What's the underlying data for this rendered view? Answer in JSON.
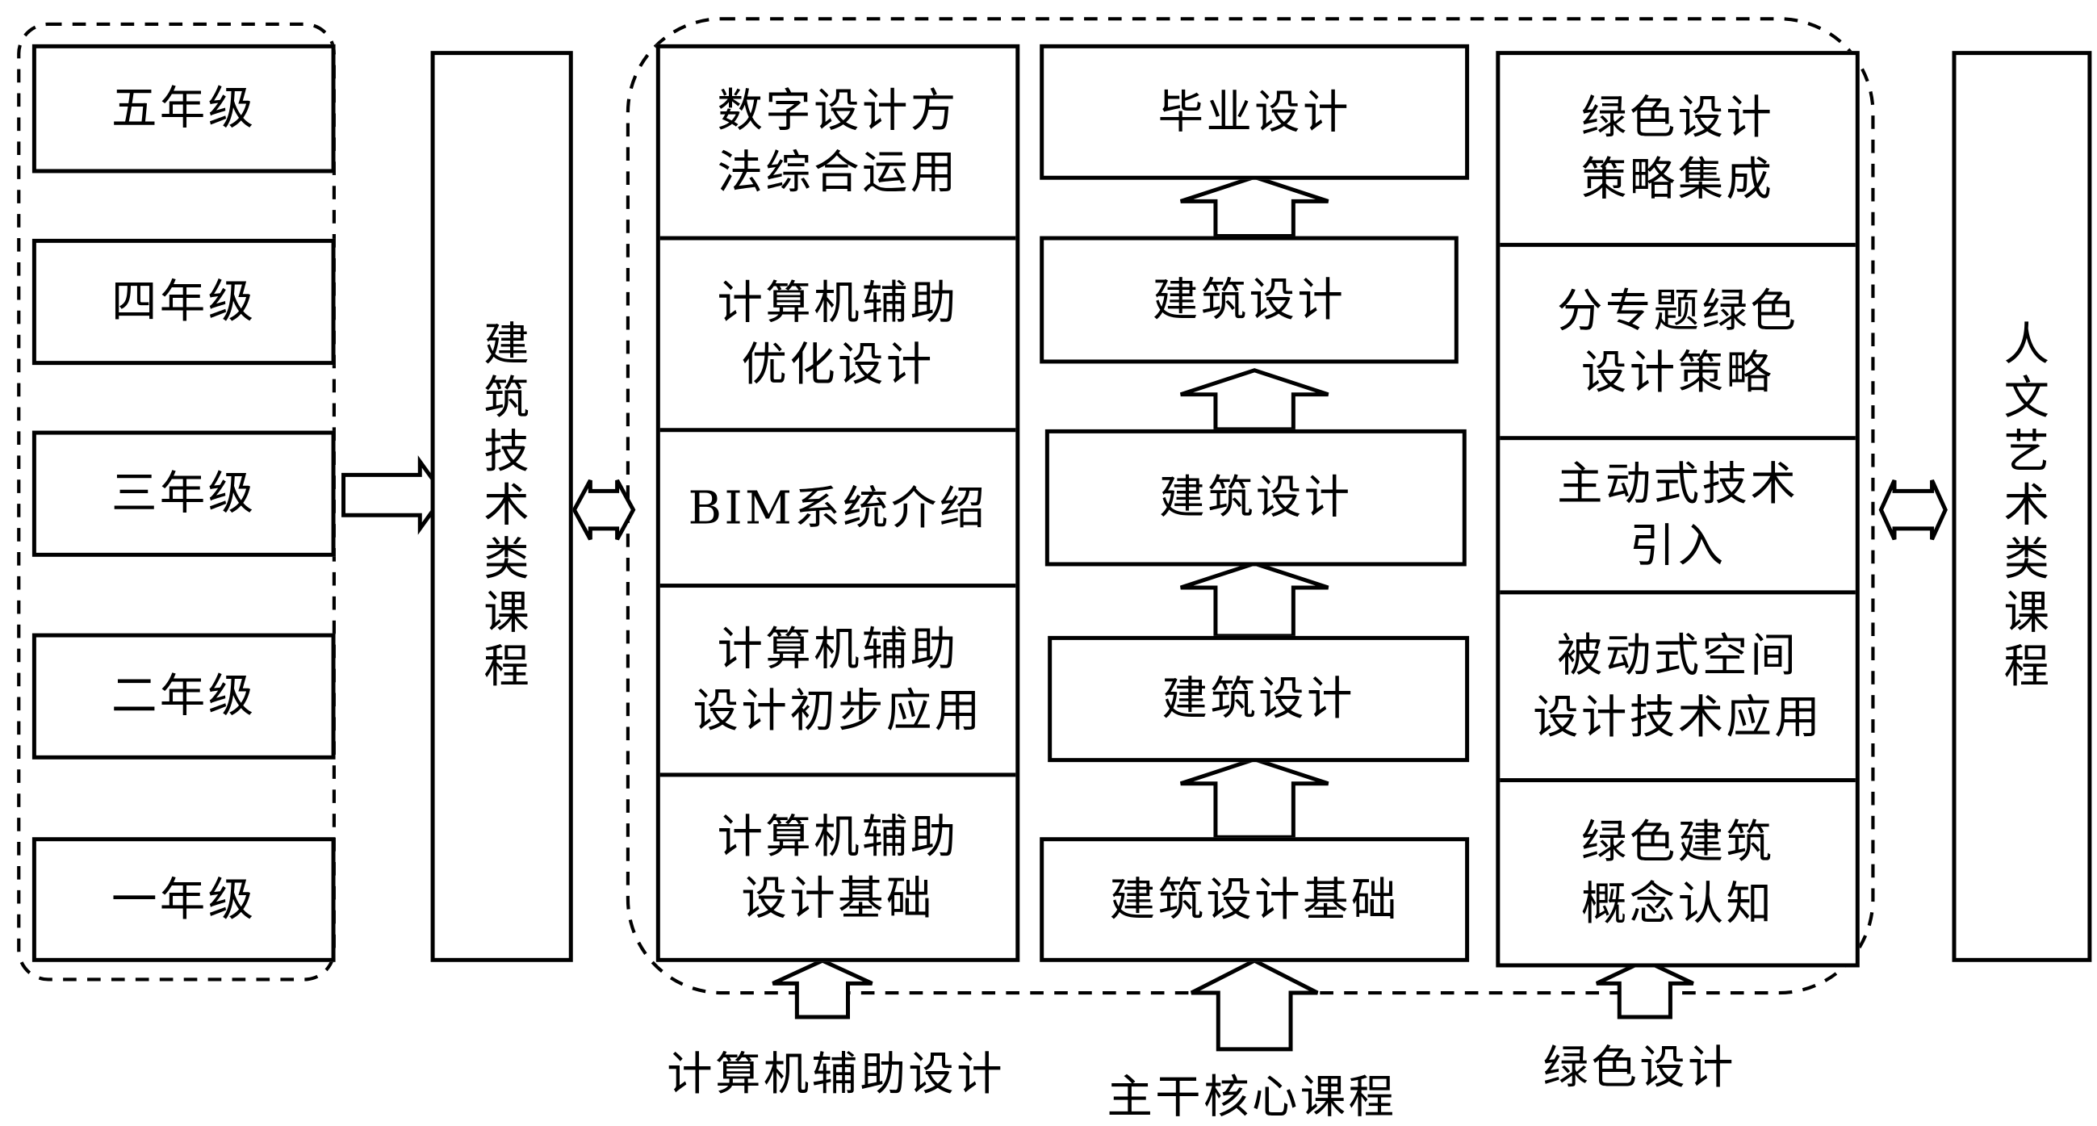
{
  "grades": [
    "五年级",
    "四年级",
    "三年级",
    "二年级",
    "一年级"
  ],
  "left_course": "建筑技术类课程",
  "right_course": "人文艺术类课程",
  "columns": {
    "cad": {
      "label": "计算机辅助设计",
      "items": [
        "数字设计方法综合运用",
        "计算机辅助优化设计",
        "BIM系统介绍",
        "计算机辅助设计初步应用",
        "计算机辅助设计基础"
      ],
      "lines": [
        [
          "数字设计方",
          "法综合运用"
        ],
        [
          "计算机辅助",
          "优化设计"
        ],
        [
          "BIM系统介绍"
        ],
        [
          "计算机辅助",
          "设计初步应用"
        ],
        [
          "计算机辅助",
          "设计基础"
        ]
      ]
    },
    "core": {
      "label": "主干核心课程",
      "items": [
        "毕业设计",
        "建筑设计",
        "建筑设计",
        "建筑设计",
        "建筑设计基础"
      ]
    },
    "green": {
      "label": "绿色设计",
      "items": [
        "绿色设计策略集成",
        "分专题绿色设计策略",
        "主动式技术引入",
        "被动式空间设计技术应用",
        "绿色建筑概念认知"
      ],
      "lines": [
        [
          "绿色设计",
          "策略集成"
        ],
        [
          "分专题绿色",
          "设计策略"
        ],
        [
          "主动式技术",
          "引入"
        ],
        [
          "被动式空间",
          "设计技术应用"
        ],
        [
          "绿色建筑",
          "概念认知"
        ]
      ]
    }
  }
}
